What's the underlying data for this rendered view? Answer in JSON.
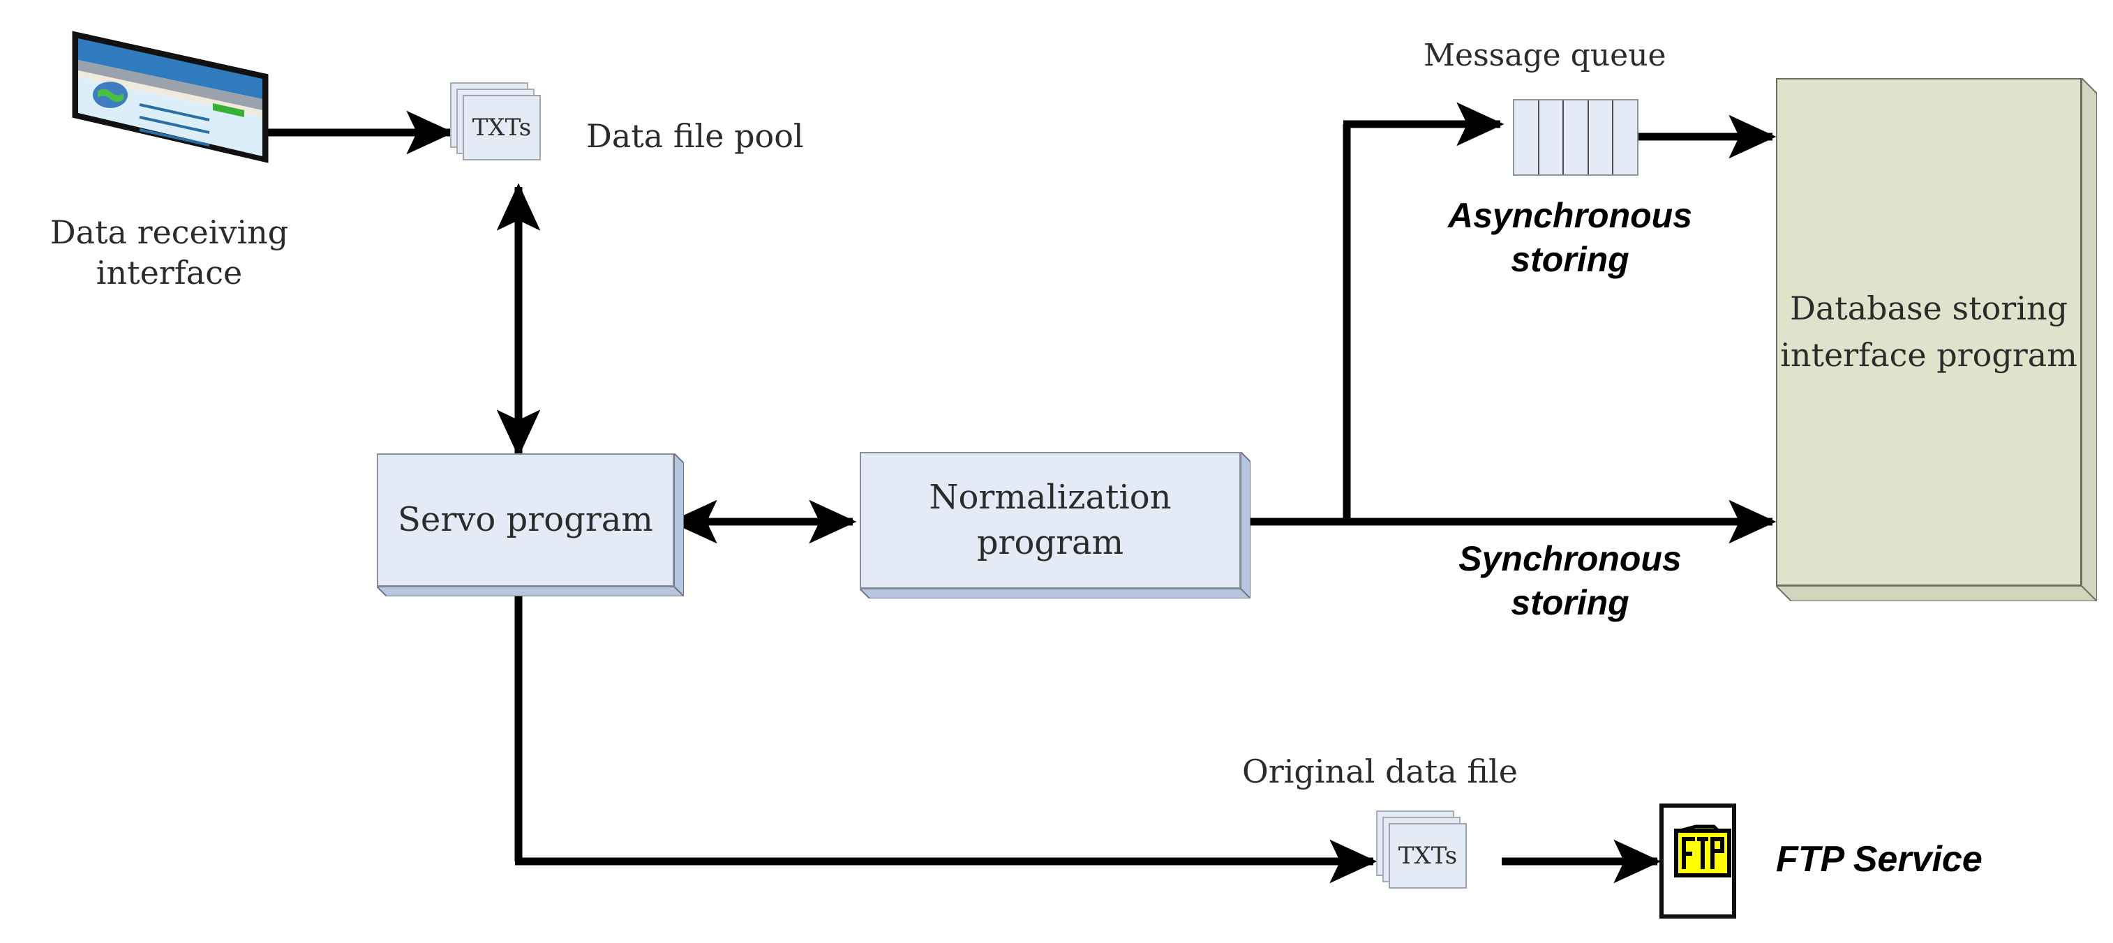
{
  "diagram": {
    "title": "Data receiving and storing architecture flow",
    "nodes": {
      "data_receiving_interface": {
        "label": "Data receiving\ninterface",
        "icon": "browser-window-icon"
      },
      "data_file_pool": {
        "box_label": "TXTs",
        "label": "Data file pool",
        "icon": "txt-file-stack-icon"
      },
      "servo_program": {
        "label": "Servo\nprogram"
      },
      "normalization_program": {
        "label": "Normalization\nprogram"
      },
      "message_queue": {
        "label": "Message queue",
        "cells": 5,
        "icon": "message-queue-icon"
      },
      "database_storing": {
        "label": "Database\nstoring\ninterface\nprogram"
      },
      "original_data_file": {
        "box_label": "TXTs",
        "label": "Original data file",
        "icon": "txt-file-stack-icon"
      },
      "ftp_service": {
        "label": "FTP Service",
        "icon_label": "FTP",
        "icon": "ftp-folder-icon"
      }
    },
    "edge_labels": {
      "asynchronous": "Asynchronous\nstoring",
      "synchronous": "Synchronous\nstoring"
    },
    "colors": {
      "box_fill": "#e4eaf6",
      "box_side": "#b7c6e0",
      "box_stroke": "#8b8f97",
      "db_fill": "#dfe3cb",
      "db_stroke": "#6f7163",
      "ftp_yellow": "#ffff00",
      "arrow": "#000000",
      "text": "#2b2b2b"
    }
  }
}
